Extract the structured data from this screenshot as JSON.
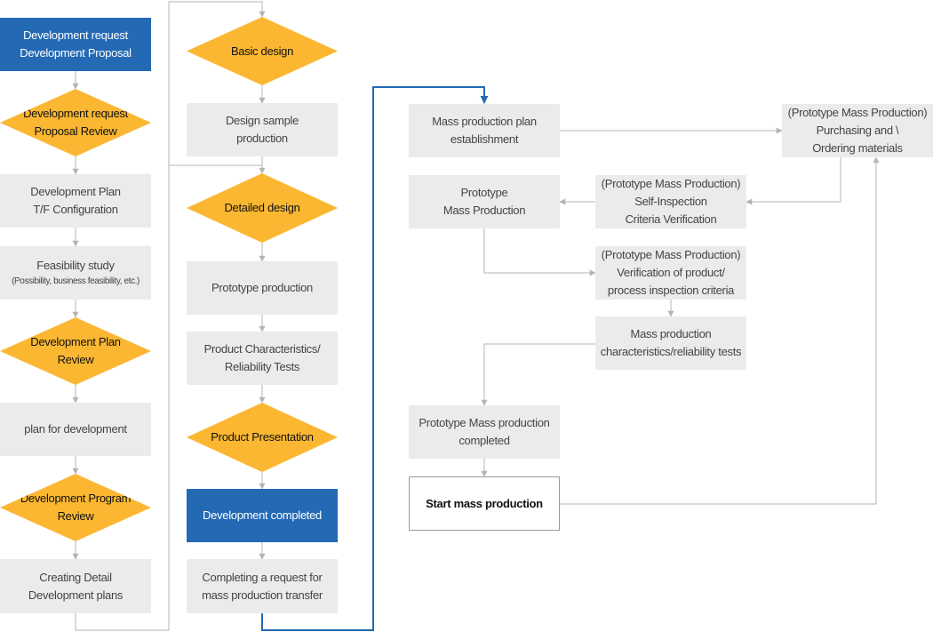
{
  "flow": {
    "col1": {
      "dev_request": [
        "Development request",
        "Development Proposal"
      ],
      "proposal_review": [
        "Development request",
        "Proposal Review"
      ],
      "tf_config": [
        "Development Plan",
        "T/F Configuration"
      ],
      "feasibility_title": "Feasibility study",
      "feasibility_note": "(Possibility, business feasibility, etc.)",
      "plan_review": [
        "Development Plan",
        "Review"
      ],
      "plan_for_dev": "plan for development",
      "program_review": [
        "Development Program",
        "Review"
      ],
      "detail_plans": [
        "Creating Detail",
        "Development plans"
      ]
    },
    "col2": {
      "basic_design": "Basic design",
      "design_sample": [
        "Design sample",
        "production"
      ],
      "detailed_design": "Detailed design",
      "prototype_production": "Prototype production",
      "characteristics_tests": [
        "Product Characteristics/",
        "Reliability Tests"
      ],
      "product_presentation": "Product Presentation",
      "dev_completed": "Development completed",
      "transfer_request": [
        "Completing a request for",
        "mass production transfer"
      ]
    },
    "col3": {
      "plan_establishment": [
        "Mass production plan",
        "establishment"
      ],
      "prototype_mass": [
        "Prototype",
        "Mass Production"
      ],
      "prototype_completed": [
        "Prototype Mass production",
        "completed"
      ],
      "start_mass": "Start mass production"
    },
    "col4": {
      "purchasing": [
        "(Prototype Mass Production)",
        "Purchasing and \\",
        "Ordering materials"
      ],
      "self_inspection": [
        "(Prototype Mass Production)",
        "Self-Inspection",
        "Criteria Verification"
      ],
      "verification": [
        "(Prototype Mass Production)",
        "Verification of product/",
        "process inspection criteria"
      ],
      "mass_tests": [
        "Mass production",
        "characteristics/reliability tests"
      ]
    }
  },
  "colors": {
    "blue_box": "#2369b4",
    "diamond": "#fbb731",
    "gray_box": "#ebebeb",
    "connector": "#b4b4b4",
    "highlight_connector": "#2369b4"
  }
}
